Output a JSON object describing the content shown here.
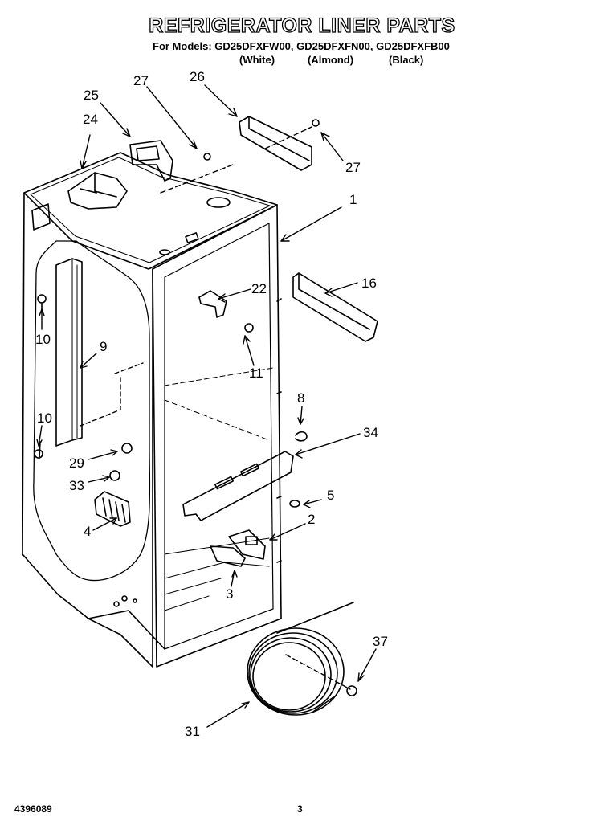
{
  "header": {
    "title": "REFRIGERATOR LINER PARTS",
    "models": "For Models: GD25DFXFW00, GD25DFXFN00, GD25DFXFB00",
    "variants": [
      "(White)",
      "(Almond)",
      "(Black)"
    ]
  },
  "callouts": {
    "c27a": "27",
    "c26": "26",
    "c25": "25",
    "c24": "24",
    "c27b": "27",
    "c1": "1",
    "c16": "16",
    "c22": "22",
    "c11": "11",
    "c10a": "10",
    "c9": "9",
    "c10b": "10",
    "c8": "8",
    "c34": "34",
    "c29": "29",
    "c33": "33",
    "c5": "5",
    "c2": "2",
    "c4": "4",
    "c3": "3",
    "c37": "37",
    "c31": "31"
  },
  "footer": {
    "doc_number": "4396089",
    "page_number": "3"
  }
}
